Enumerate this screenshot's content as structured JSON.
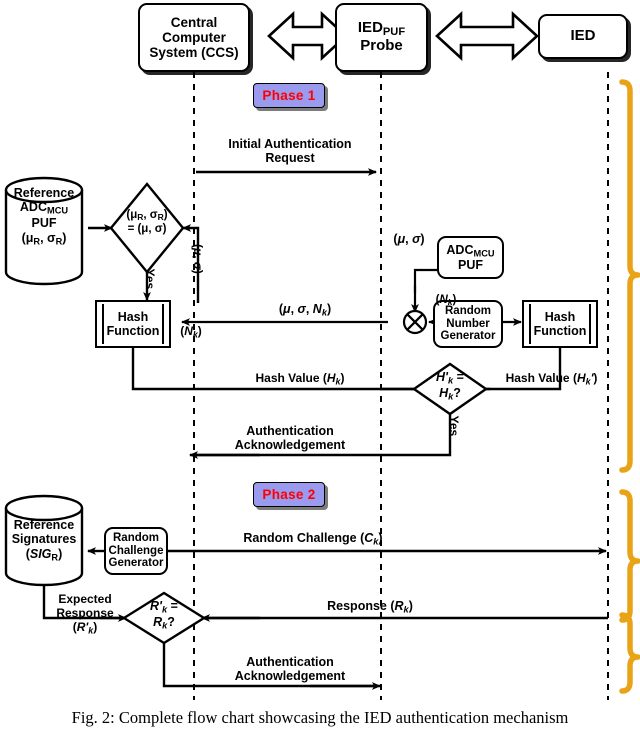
{
  "figure": {
    "caption": "Fig. 2: Complete flow chart showcasing the IED authentication mechanism",
    "colors": {
      "stroke": "#000000",
      "phase_badge_fill": "#9a9aee",
      "phase_badge_text": "#ff0000",
      "bracket": "#e8a317",
      "background": "#ffffff"
    }
  },
  "actors": [
    {
      "id": "ccs",
      "label": "Central Computer System (CCS)"
    },
    {
      "id": "probe",
      "label": "IED PUF Probe"
    },
    {
      "id": "ied",
      "label": "IED"
    }
  ],
  "phases": [
    {
      "id": "phase1",
      "label": "Phase 1"
    },
    {
      "id": "phase2",
      "label": "Phase 2"
    }
  ],
  "nodes": {
    "reference_adc_puf": "Reference ADC MCU PUF (μR, σR)",
    "compare_mu_sigma": "(μR, σR) = (μ, σ)",
    "hash_function_left": "Hash Function",
    "adc_mcu_puf": "ADC MCU PUF",
    "random_number_generator": "Random Number Generator",
    "hash_function_right": "Hash Function",
    "compare_hash": "H'k = Hk?",
    "reference_signatures": "Reference Signatures (SIGR)",
    "random_challenge_generator": "Random Challenge Generator",
    "compare_response": "R'k = Rk?"
  },
  "messages": {
    "initial_auth_request": "Initial Authentication Request",
    "mu_sigma_nk": "(μ, σ, Nk)",
    "hash_value_hk": "Hash Value (Hk)",
    "hash_value_hk_prime": "Hash Value (Hk')",
    "auth_ack_phase1": "Authentication Acknowledgement",
    "random_challenge_ck": "Random Challenge (Ck)",
    "response_rk": "Response (Rk)",
    "auth_ack_phase2": "Authentication Acknowledgement"
  },
  "edge_labels": {
    "yes_left": "Yes",
    "yes_right": "Yes",
    "mu_sigma_return": "(μ, σ)",
    "mu_sigma_from_puf": "(μ, σ)",
    "nk_to_hash_left": "(Nk)",
    "nk_to_merge": "(Nk)",
    "expected_response": "Expected Response (R'k)"
  }
}
